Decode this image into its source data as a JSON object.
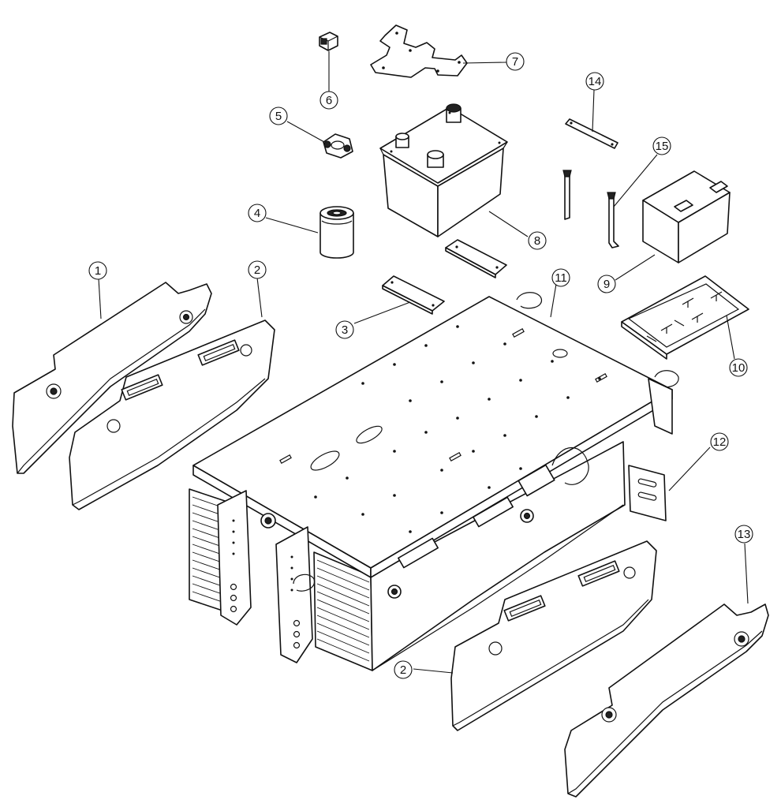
{
  "callouts": [
    {
      "label": "1"
    },
    {
      "label": "2"
    },
    {
      "label": "3"
    },
    {
      "label": "4"
    },
    {
      "label": "5"
    },
    {
      "label": "6"
    },
    {
      "label": "7"
    },
    {
      "label": "8"
    },
    {
      "label": "9"
    },
    {
      "label": "10"
    },
    {
      "label": "11"
    },
    {
      "label": "12"
    },
    {
      "label": "13"
    },
    {
      "label": "14"
    },
    {
      "label": "15"
    },
    {
      "label": "2"
    }
  ],
  "colors": {
    "line": "#111111",
    "background": "#ffffff"
  }
}
